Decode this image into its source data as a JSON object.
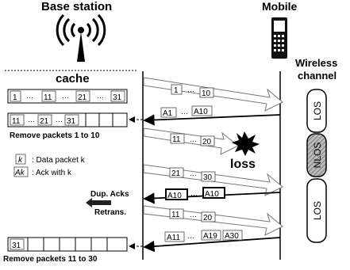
{
  "labels": {
    "base_station": "Base station",
    "mobile": "Mobile",
    "wireless_channel_line1": "Wireless",
    "wireless_channel_line2": "channel",
    "cache": "cache",
    "remove_1_10": "Remove packets 1 to 10",
    "remove_11_30": "Remove packets 11 to 30",
    "loss": "loss",
    "dup_acks": "Dup. Acks",
    "retrans": "Retrans."
  },
  "legend": {
    "data_symbol": "k",
    "data_text": ": Data packet k",
    "ack_symbol": "Ak",
    "ack_text": ": Ack with k"
  },
  "cache_rows": {
    "row1": [
      "1",
      "…",
      "11",
      "…",
      "21",
      "…",
      "31"
    ],
    "row2": [
      "11",
      "…",
      "21",
      "…",
      "31",
      "",
      "",
      ""
    ],
    "row3": [
      "31",
      "",
      "",
      "",
      "",
      "",
      "",
      ""
    ]
  },
  "messages": {
    "m1": {
      "a": "1",
      "dots": "…",
      "b": "10"
    },
    "m2": {
      "a": "A1",
      "dots": "…",
      "b": "A10"
    },
    "m3": {
      "a": "11",
      "dots": "…",
      "b": "20"
    },
    "m4": {
      "a": "21",
      "dots": "…",
      "b": "30"
    },
    "m5": {
      "a": "A10",
      "dots": "…",
      "b": "A10"
    },
    "m6": {
      "a": "11",
      "dots": "…",
      "b": "20"
    },
    "m7": {
      "a": "A11",
      "dots": "…",
      "b": "A19",
      "c": "A30"
    }
  },
  "channel_states": [
    "LOS",
    "NLOS",
    "LOS"
  ]
}
